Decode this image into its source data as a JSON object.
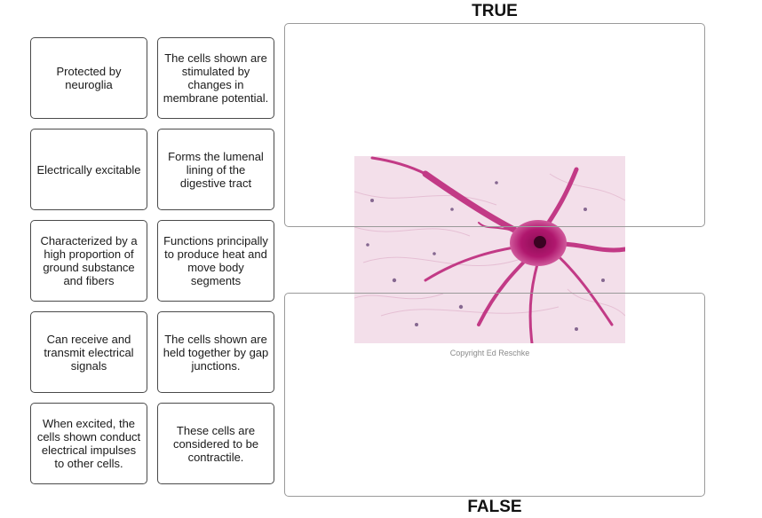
{
  "headings": {
    "true_label": "TRUE",
    "false_label": "FALSE"
  },
  "cards": [
    "Protected by neuroglia",
    "The cells shown are stimulated by changes in membrane potential.",
    "Electrically excitable",
    "Forms the lumenal lining of the digestive tract",
    "Characterized by a high proportion of ground substance and fibers",
    "Functions principally to produce heat and move body segments",
    "Can receive and transmit electrical signals",
    "The cells shown are held together by gap junctions.",
    "When excited, the cells shown conduct electrical impulses to other cells.",
    "These cells are considered to be contractile."
  ],
  "image": {
    "copyright": "Copyright Ed Reschke"
  },
  "colors": {
    "neuron": "#b0176e",
    "background_tissue": "#f2dbe8",
    "border": "#4a4a4a"
  }
}
